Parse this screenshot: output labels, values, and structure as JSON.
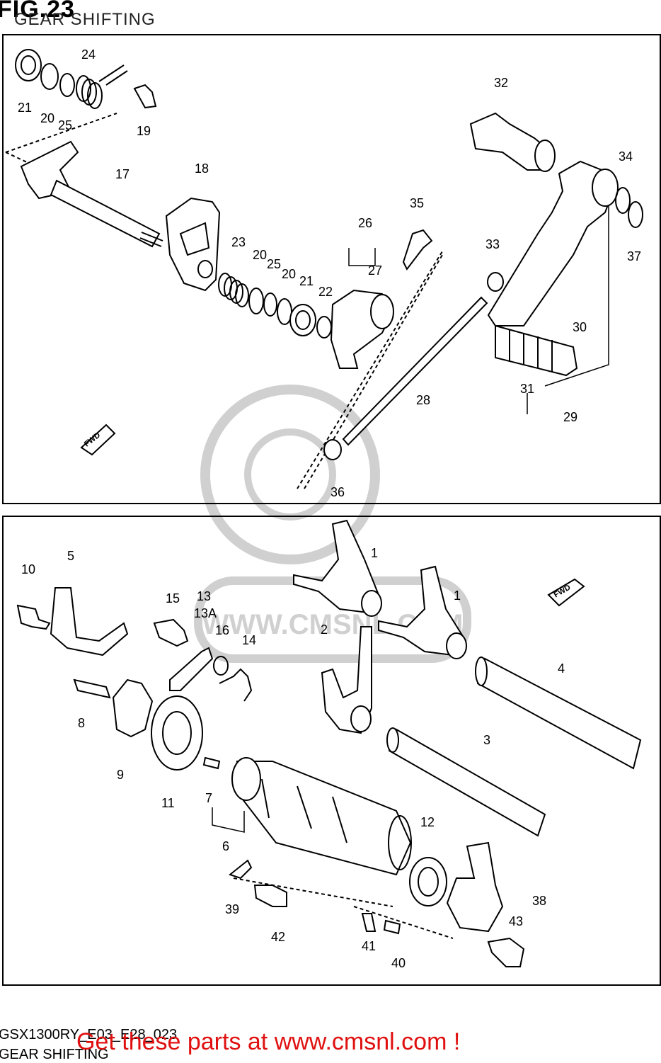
{
  "figure": {
    "number": "FIG.23",
    "subtitle": "GEAR SHIFTING"
  },
  "footer": {
    "model_code": "GSX1300RY_E03_E28_023",
    "section_name": "GEAR SHIFTING",
    "promo_text": "Get these parts at www.cmsnl.com !",
    "promo_color": "#e01010"
  },
  "fwd_badge": "FWD",
  "watermark_text": "WWW.CMSNL.COM",
  "top_callouts": [
    "21",
    "20",
    "25",
    "24",
    "19",
    "17",
    "18",
    "23",
    "20",
    "25",
    "20",
    "21",
    "22",
    "26",
    "27",
    "35",
    "32",
    "34",
    "37",
    "33",
    "30",
    "31",
    "29",
    "28",
    "36"
  ],
  "bottom_callouts": [
    "10",
    "5",
    "15",
    "13",
    "13A",
    "16",
    "14",
    "8",
    "9",
    "11",
    "7",
    "6",
    "1",
    "1",
    "2",
    "4",
    "3",
    "12",
    "38",
    "43",
    "39",
    "42",
    "41",
    "40"
  ]
}
